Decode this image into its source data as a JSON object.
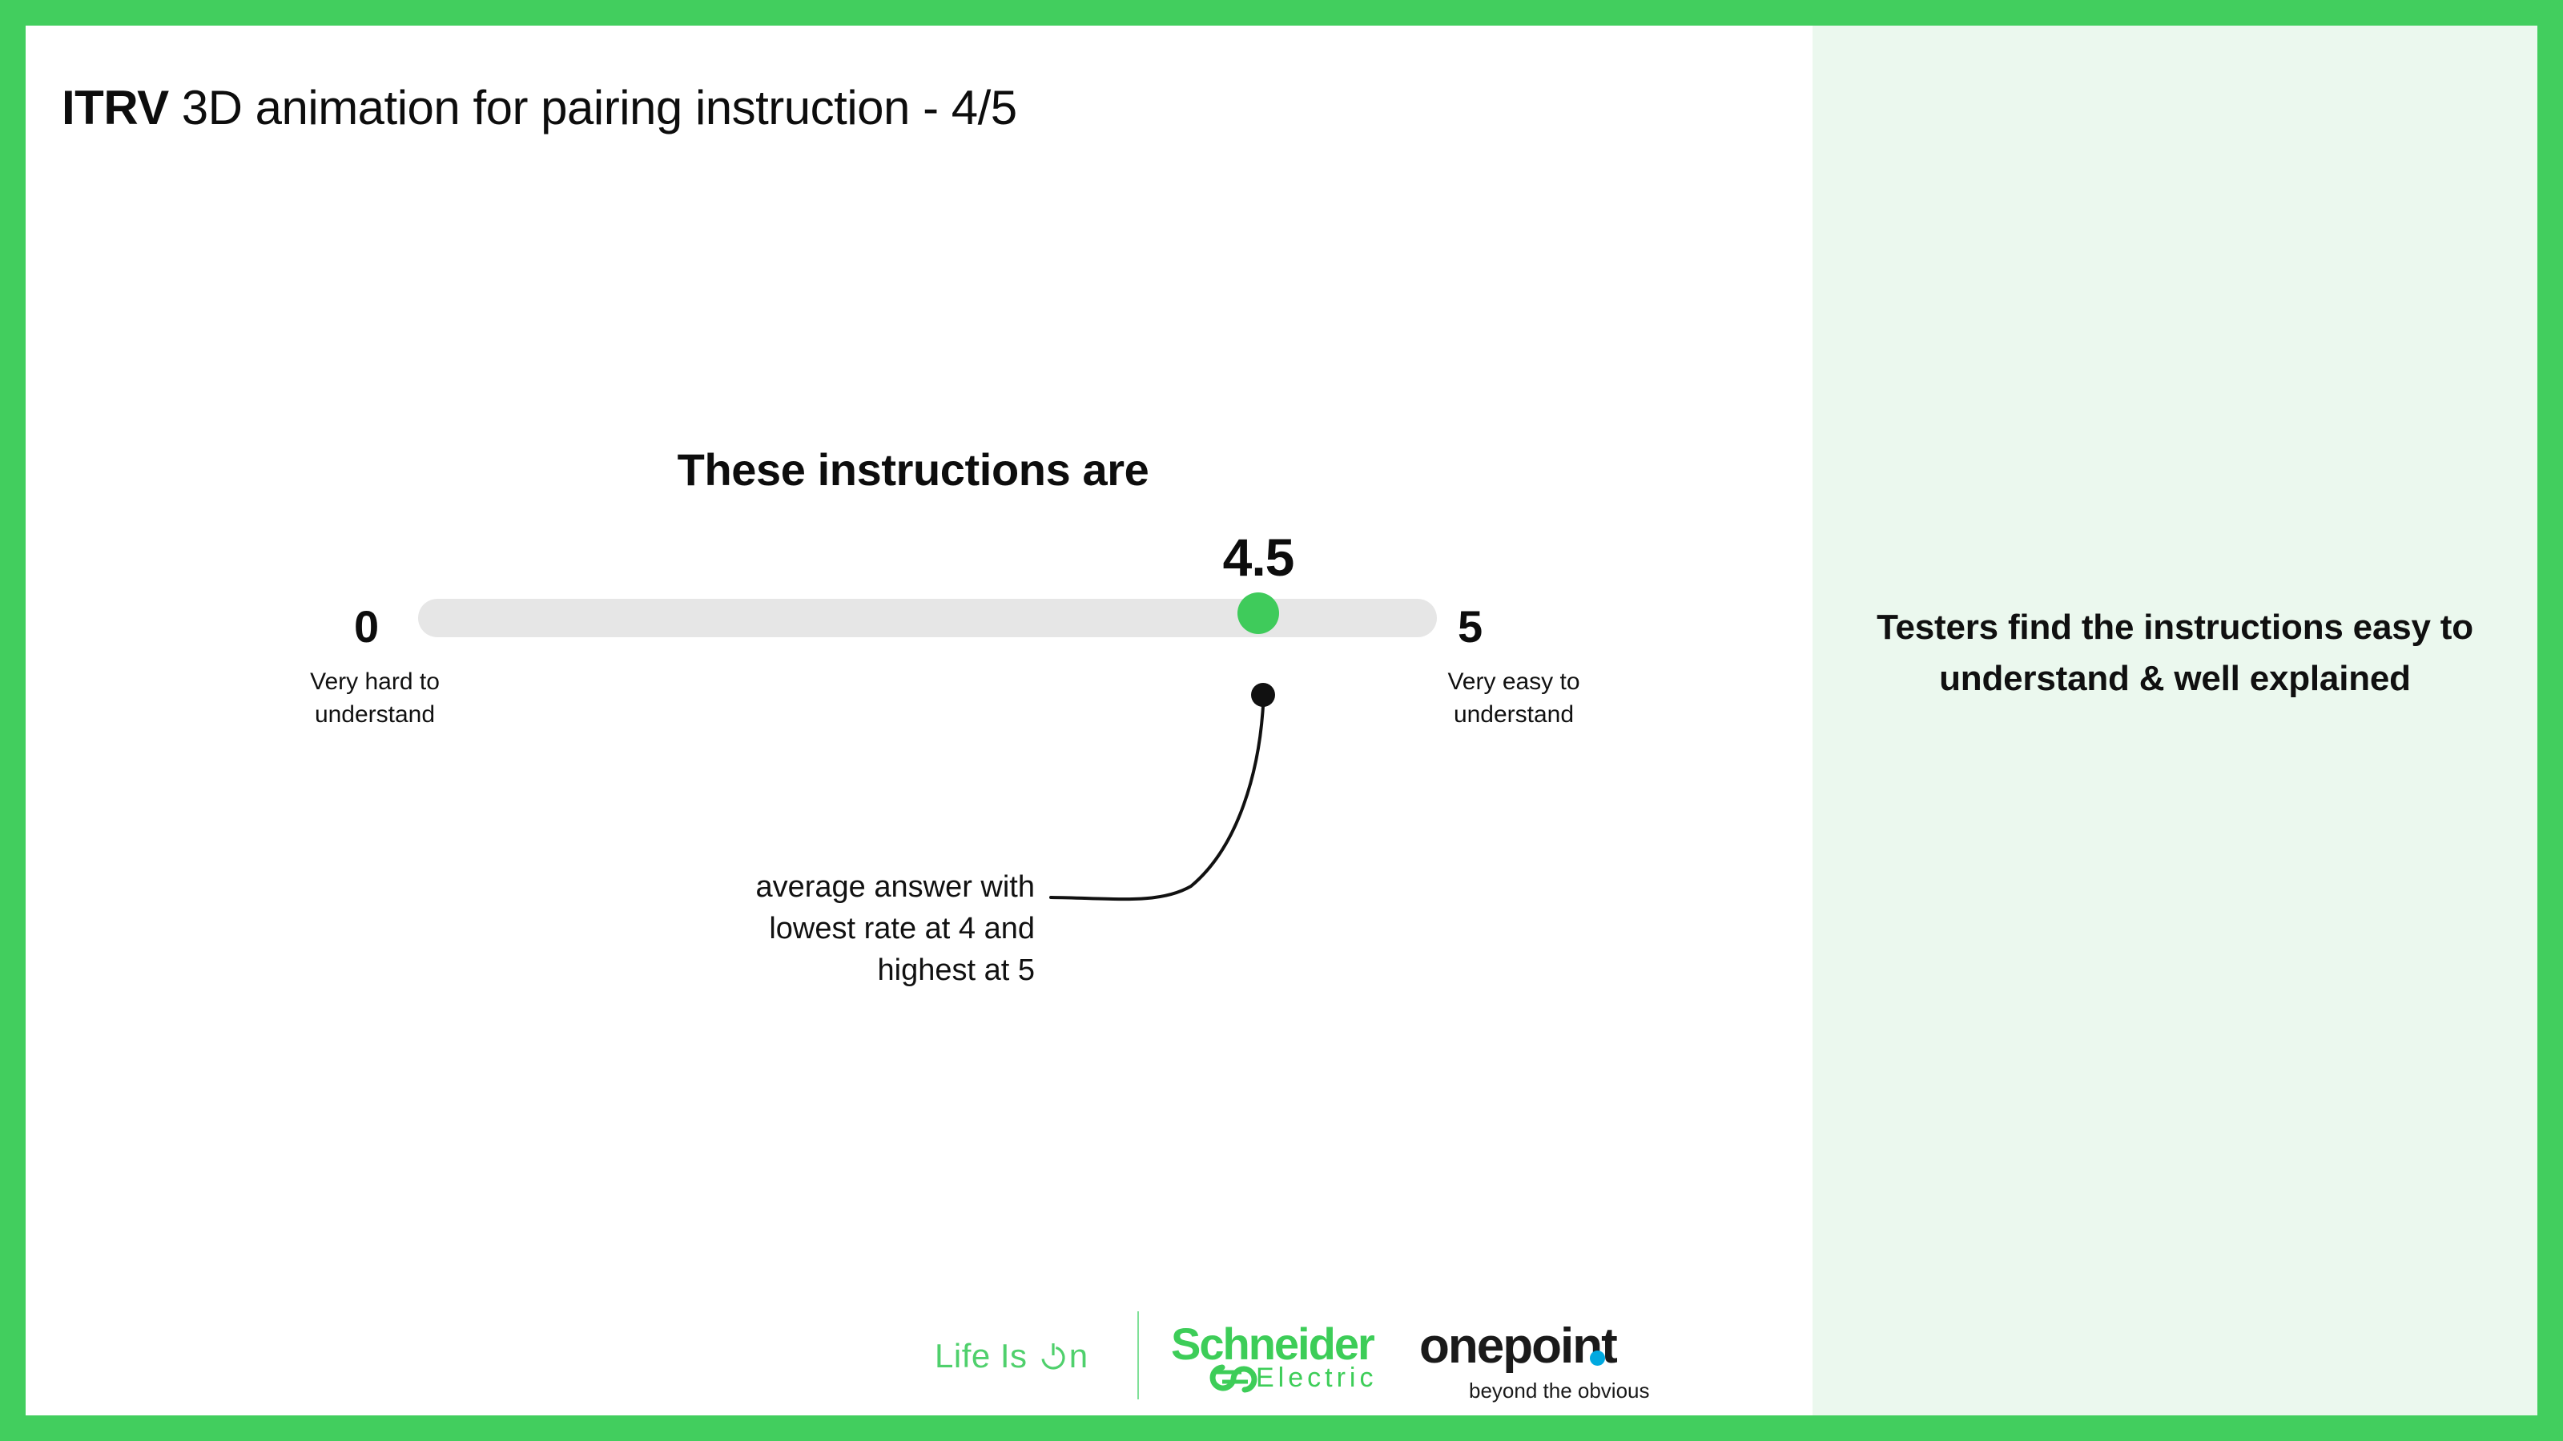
{
  "header": {
    "brand": "ITRV",
    "subtitle": "3D animation for pairing instruction - 4/5"
  },
  "colors": {
    "frame_green": "#42CE5E",
    "panel_green": "#EBF8EE",
    "thumb_green": "#3FCB5B",
    "track_gray": "#E6E6E6",
    "schneider_green": "#3DCD58",
    "lifeison_green": "#4FD06C",
    "onepoint_blue": "#00A9E0",
    "text_black": "#0d0d0d"
  },
  "chart_data": {
    "type": "bar",
    "title": "These instructions are",
    "xlabel": "",
    "ylabel": "",
    "categories": [
      "These instructions are"
    ],
    "values": [
      4.5
    ],
    "value_display": "4.5",
    "xlim": [
      0,
      5
    ],
    "scale_min_label": "0",
    "scale_max_label": "5",
    "scale_min_caption": "Very hard to understand",
    "scale_max_caption": "Very easy to understand",
    "annotation": "average answer with lowest rate at 4 and highest at 5",
    "annotation_lines": [
      "average answer with",
      "lowest rate at 4 and",
      "highest at 5"
    ],
    "lowest_rate": 4,
    "highest_rate": 5,
    "legend": [],
    "grid": false
  },
  "slider": {
    "min_label": "0",
    "max_label": "5",
    "min_caption_line1": "Very hard to",
    "min_caption_line2": "understand",
    "max_caption_line1": "Very easy to",
    "max_caption_line2": "understand",
    "value_label": "4.5"
  },
  "annotation": {
    "line1": "average answer with",
    "line2": "lowest rate at 4 and",
    "line3": "highest at 5"
  },
  "right_panel": {
    "text": "Testers find the instructions easy to understand & well explained"
  },
  "footer": {
    "life_is_on": "Life Is On",
    "schneider_name": "Schneider",
    "schneider_sub": "Electric",
    "onepoint_name": "onepoint",
    "onepoint_tagline": "beyond the obvious"
  }
}
